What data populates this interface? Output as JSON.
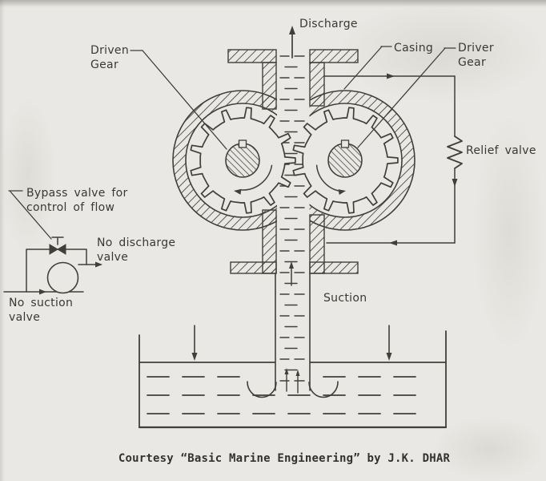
{
  "colors": {
    "ink": "#413f3a",
    "paper": "#eae8e4"
  },
  "figure": {
    "labels": {
      "discharge": "Discharge",
      "driven_gear": [
        "Driven",
        "Gear"
      ],
      "casing": "Casing",
      "driver_gear": [
        "Driver",
        "Gear"
      ],
      "relief_valve": "Relief valve",
      "suction": "Suction",
      "bypass": [
        "Bypass valve for",
        "control of flow"
      ],
      "no_discharge": [
        "No discharge",
        "valve"
      ],
      "no_suction": [
        "No suction",
        "valve"
      ]
    },
    "caption": "Courtesy “Basic Marine Engineering” by J.K. DHAR"
  }
}
